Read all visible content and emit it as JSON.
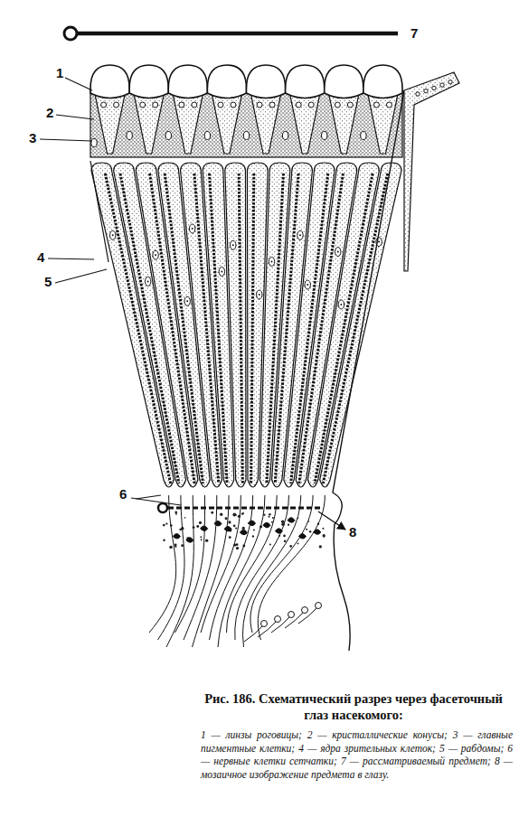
{
  "diagram": {
    "caption": "Рис. 186. Схематический разрез через фасеточный глаз насекомого:",
    "labels": [
      "7",
      "1",
      "2",
      "3",
      "4",
      "5",
      "6",
      "8",
      "1 — линзы роговицы; 2 — кристаллические конусы; 3 — главные пигментные клетки; 4 — ядра зрительных клеток; 5 — рабдомы; 6 — нервные клетки сетчатки; 7 — рассматриваемый предмет; 8 — мозаичное изображение предмета в глазу."
    ]
  }
}
